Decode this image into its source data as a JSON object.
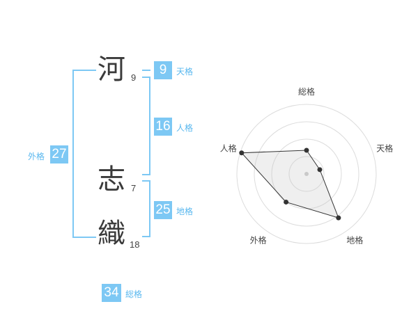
{
  "name": {
    "characters": [
      {
        "char": "河",
        "strokes": "9"
      },
      {
        "char": "志",
        "strokes": "7"
      },
      {
        "char": "織",
        "strokes": "18"
      }
    ]
  },
  "kakusu": {
    "tenkaku": {
      "value": "9",
      "label": "天格"
    },
    "jinkaku": {
      "value": "16",
      "label": "人格"
    },
    "chikaku": {
      "value": "25",
      "label": "地格"
    },
    "gaikaku": {
      "value": "27",
      "label": "外格"
    },
    "soukaku": {
      "value": "34",
      "label": "総格"
    }
  },
  "colors": {
    "accent": "#7dc8f4",
    "label": "#5ab8ef"
  },
  "chart_data": {
    "type": "radar",
    "axes": [
      "総格",
      "天格",
      "地格",
      "外格",
      "人格"
    ],
    "values": [
      0.34,
      0.2,
      0.78,
      0.5,
      0.98
    ],
    "range": [
      0,
      1
    ],
    "rings": 4
  }
}
